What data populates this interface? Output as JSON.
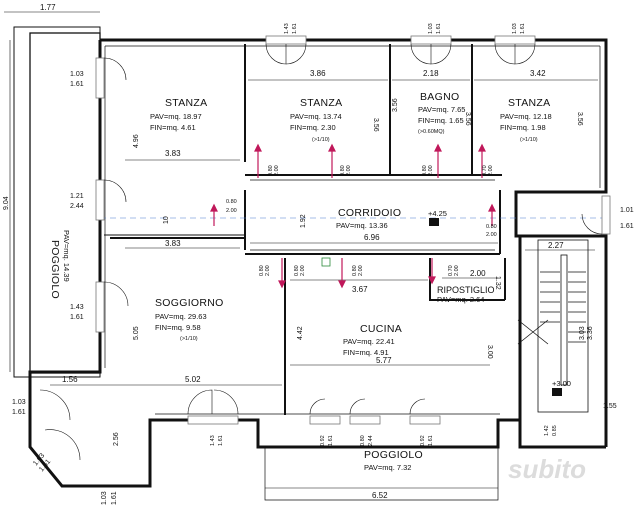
{
  "rooms": {
    "stanza_left": {
      "name": "STANZA",
      "pav": "PAV=mq.  18.97",
      "fin": "FIN=mq.    4.61"
    },
    "stanza_mid": {
      "name": "STANZA",
      "pav": "PAV=mq.  13.74",
      "fin": "FIN=mq.    2.30",
      "note": "(>1/10)"
    },
    "bagno": {
      "name": "BAGNO",
      "pav": "PAV=mq.   7.65",
      "fin": "FIN=mq.   1.65",
      "note": "(>0.60MQ)"
    },
    "stanza_right": {
      "name": "STANZA",
      "pav": "PAV=mq.  12.18",
      "fin": "FIN=mq.   1.98",
      "note": "(>1/10)"
    },
    "corridoio": {
      "name": "CORRIDOIO",
      "pav": "PAV=mq.  13.36",
      "level": "+4.25"
    },
    "soggiorno": {
      "name": "SOGGIORNO",
      "pav": "PAV=mq.  29.63",
      "fin": "FIN=mq.    9.58",
      "note": "(>1/10)"
    },
    "cucina": {
      "name": "CUCINA",
      "pav": "PAV=mq.  22.41",
      "fin": "FIN=mq.    4.91"
    },
    "ripostiglio": {
      "name": "RIPOSTIGLIO",
      "pav": "PAV=mq.  2.64"
    },
    "poggiolo_left": {
      "name": "POGGIOLO",
      "pav": "PAV=mq.  14.39"
    },
    "poggiolo_bottom": {
      "name": "POGGIOLO",
      "pav": "PAV=mq.  7.32"
    },
    "stair_level": {
      "level": "+3.00"
    }
  },
  "dimensions": {
    "d177": "1.77",
    "d386": "3.86",
    "d218": "2.18",
    "d342": "3.42",
    "d496": "4.96",
    "d383a": "3.83",
    "d356a": "3.56",
    "d356b": "3.56",
    "d356c": "3.56",
    "d356d": "3.56",
    "d383b": "3.83",
    "d696": "6.96",
    "d192": "1.92",
    "d227": "2.27",
    "d367": "3.67",
    "d200": "2.00",
    "d132": "1.32",
    "d505": "5.05",
    "d442": "4.42",
    "d300": "3.00",
    "d577": "5.77",
    "d502": "5.02",
    "d156": "1.56",
    "d256": "2.56",
    "d652": "6.52",
    "d904": "9.04",
    "d303": "3.03",
    "d336": "3.36",
    "d155": "1.55",
    "d010": "10"
  },
  "openings": {
    "o1": [
      "1.03",
      "1.61"
    ],
    "o2": [
      "1.21",
      "2.44"
    ],
    "o3": [
      "1.43",
      "1.61"
    ],
    "o4": [
      "1.03",
      "1.61"
    ],
    "o5": [
      "1.03",
      "1.61"
    ],
    "o6": [
      "1.03",
      "1.61"
    ],
    "o7": [
      "1.01",
      "1.61"
    ],
    "t1": [
      "1.43",
      "1.61"
    ],
    "t2": [
      "1.03",
      "1.61"
    ],
    "t3": [
      "1.03",
      "1.61"
    ],
    "b1": [
      "1.43",
      "1.61"
    ],
    "b2": [
      "0.92",
      "1.61"
    ],
    "b3": [
      "0.80",
      "2.44"
    ],
    "b4": [
      "0.92",
      "1.61"
    ],
    "b5": [
      "1.42",
      "0.85"
    ],
    "dd1": [
      "0.80",
      "2.00"
    ],
    "dd2": [
      "0.80",
      "2.00"
    ],
    "dd3": [
      "0.70",
      "2.00"
    ],
    "dd4": [
      "0.80",
      "2.00"
    ],
    "dd5": [
      "0.80",
      "2.00"
    ],
    "dd6": [
      "0.80",
      "2.00"
    ],
    "dd7": [
      "0.70",
      "2.00"
    ],
    "dd8": [
      "0.80",
      "2.00"
    ],
    "dd9": [
      "0.80",
      "2.00"
    ],
    "dd10": [
      "0.80",
      "2.00"
    ]
  },
  "watermark": "subito",
  "colors": {
    "lines": "#111111",
    "door_arrow": "#c0185a",
    "window": "#777777"
  }
}
